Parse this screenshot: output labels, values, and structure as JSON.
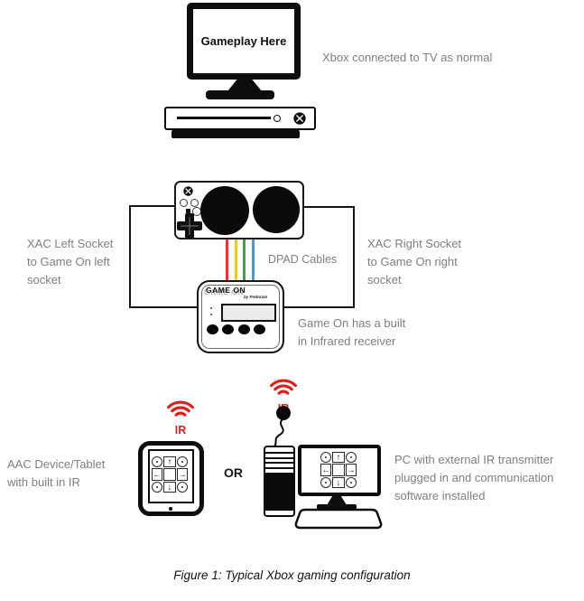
{
  "tv": {
    "screen_text": "Gameplay Here"
  },
  "notes": {
    "xbox": "Xbox connected to TV as normal",
    "left_socket": "XAC Left Socket\nto Game On left\nsocket",
    "right_socket": "XAC Right Socket\nto Game On right\nsocket",
    "dpad_cables": "DPAD Cables",
    "game_on": "Game On has a built\nin Infrared receiver",
    "aac": "AAC Device/Tablet\nwith built in IR",
    "or": "OR",
    "pc": "PC with external IR transmitter\nplugged in and communication\nsoftware installed"
  },
  "game_on_device": {
    "brand": "GAME ON",
    "byline": "by Pretorian"
  },
  "ir_label": "IR",
  "dpad_arrows": {
    "up": "↑",
    "down": "↓",
    "left": "←",
    "right": "→"
  },
  "caption": "Figure 1: Typical Xbox gaming configuration",
  "colors": {
    "cables": [
      "#e8392f",
      "#f0c437",
      "#43a047",
      "#4f93d8"
    ],
    "ir_red": "#e0201c",
    "note_gray": "#7f7f7f",
    "line_black": "#141414"
  }
}
